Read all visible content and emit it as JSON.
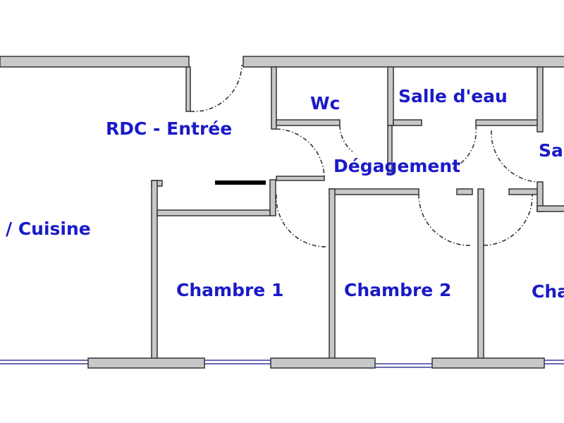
{
  "plan": {
    "title": "RDC - Entrée",
    "label_color": "#1a1ac8",
    "wall_color": "#c8c8c8",
    "rooms": [
      {
        "id": "cuisine",
        "label": "/ Cuisine"
      },
      {
        "id": "wc",
        "label": "Wc"
      },
      {
        "id": "salle-deau",
        "label": "Salle d'eau"
      },
      {
        "id": "salle-partial",
        "label": "Sa"
      },
      {
        "id": "degagement",
        "label": "Dégagement"
      },
      {
        "id": "chambre-1",
        "label": "Chambre 1"
      },
      {
        "id": "chambre-2",
        "label": "Chambre 2"
      },
      {
        "id": "chambre-3",
        "label": "Cha"
      }
    ]
  }
}
